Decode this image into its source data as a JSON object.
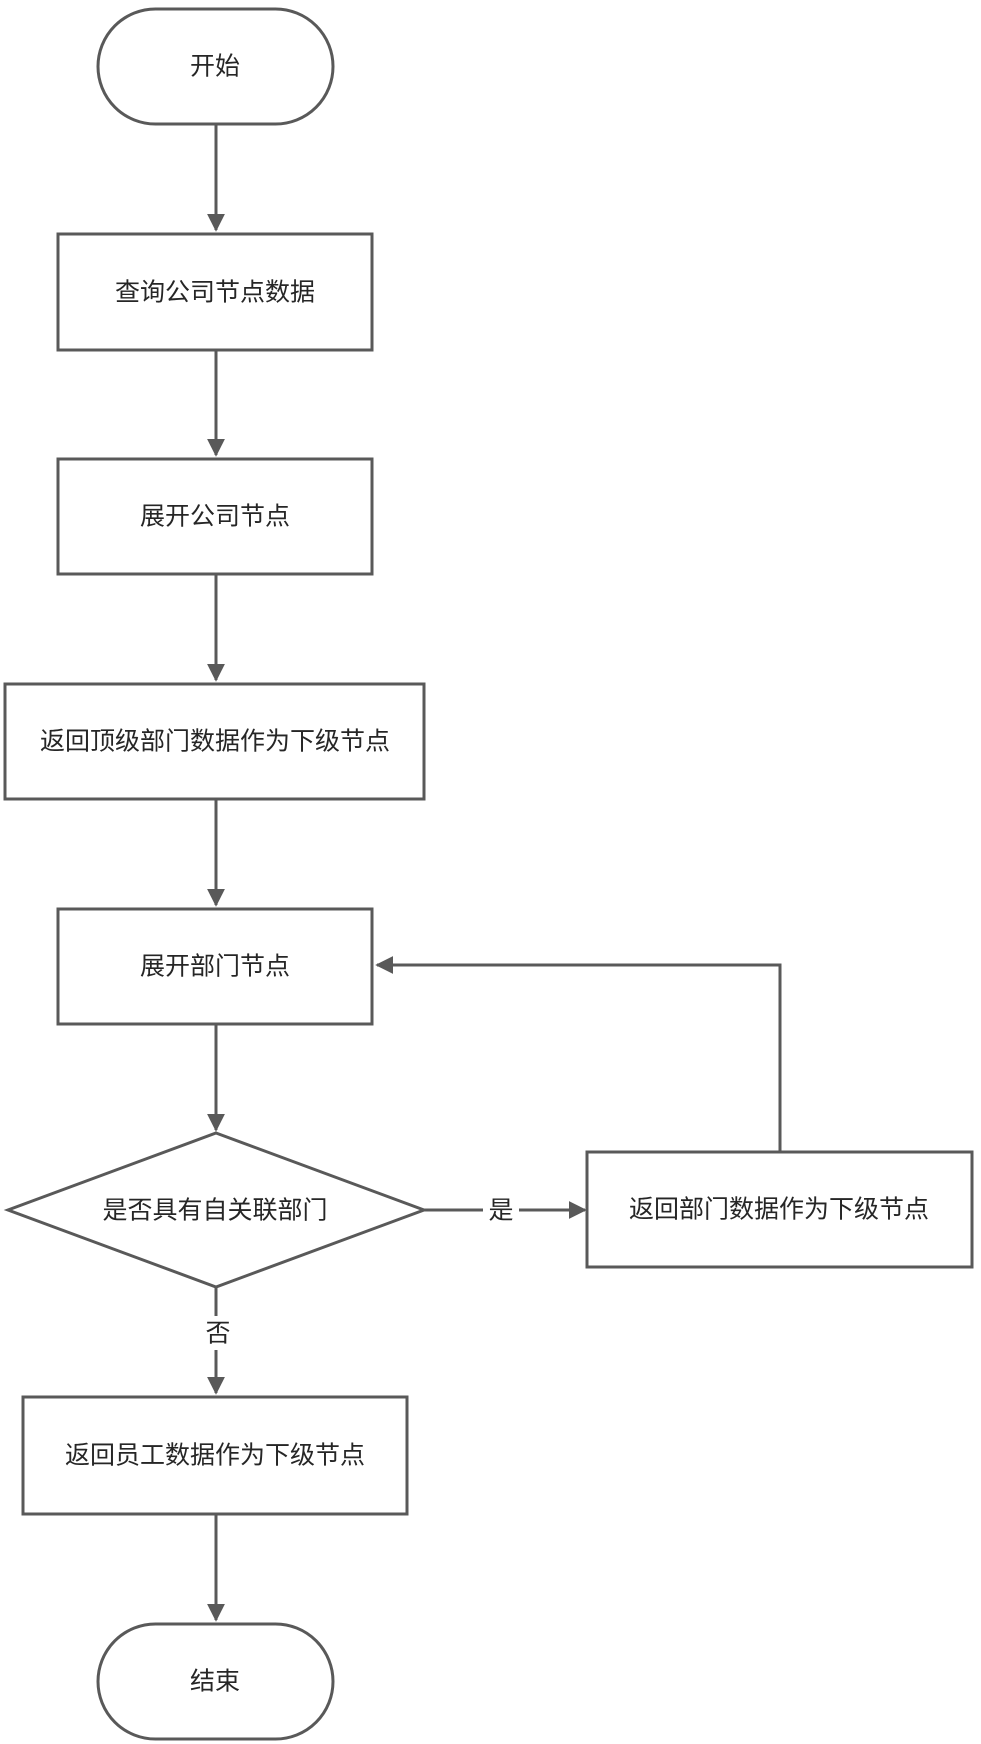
{
  "diagram": {
    "nodes": {
      "start": "开始",
      "query_company": "查询公司节点数据",
      "expand_company": "展开公司节点",
      "return_top_dept": "返回顶级部门数据作为下级节点",
      "expand_dept": "展开部门节点",
      "decision": "是否具有自关联部门",
      "return_dept": "返回部门数据作为下级节点",
      "return_employee": "返回员工数据作为下级节点",
      "end": "结束"
    },
    "edges": {
      "yes": "是",
      "no": "否"
    },
    "colors": {
      "stroke": "#595959",
      "text": "#262626",
      "fill": "#ffffff"
    }
  }
}
